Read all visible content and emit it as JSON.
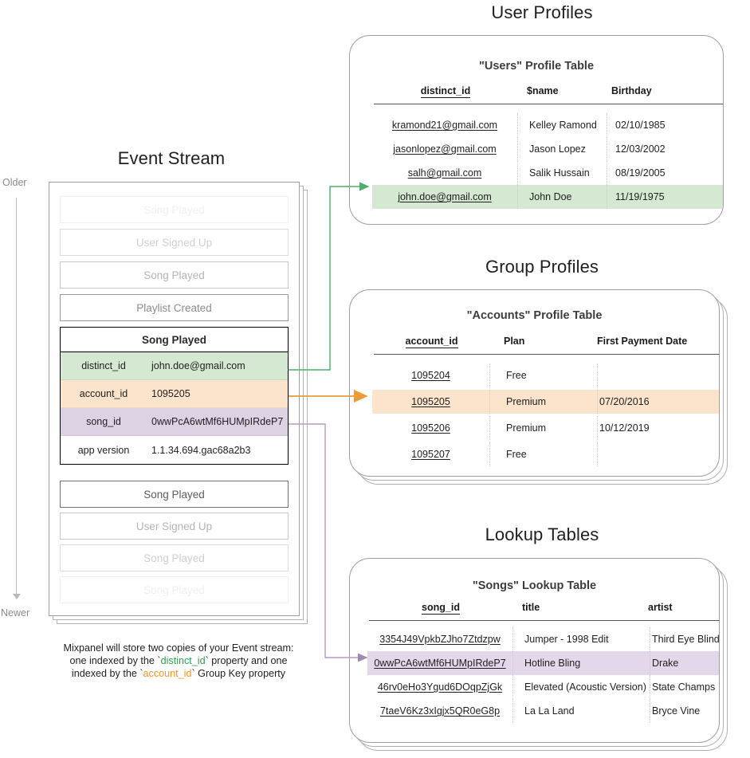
{
  "sections": {
    "event_stream_title": "Event Stream",
    "user_profiles_title": "User Profiles",
    "group_profiles_title": "Group Profiles",
    "lookup_tables_title": "Lookup Tables"
  },
  "timeline": {
    "older_label": "Older",
    "newer_label": "Newer"
  },
  "event_stream": {
    "events_above": [
      {
        "name": "Song Played",
        "fade": "f1"
      },
      {
        "name": "User Signed Up",
        "fade": "f2"
      },
      {
        "name": "Song Played",
        "fade": "f3"
      },
      {
        "name": "Playlist Created",
        "fade": "f4"
      }
    ],
    "expanded_event": {
      "name": "Song Played",
      "properties": [
        {
          "key": "distinct_id",
          "value": "john.doe@gmail.com",
          "highlight": "green"
        },
        {
          "key": "account_id",
          "value": "1095205",
          "highlight": "orange"
        },
        {
          "key": "song_id",
          "value": "0wwPcA6wtMf6HUMpIRdeP7",
          "highlight": "purple"
        },
        {
          "key": "app version",
          "value": "1.1.34.694.gac68a2b3",
          "highlight": "plain"
        }
      ]
    },
    "events_below": [
      {
        "name": "Song Played",
        "fade": "f5"
      },
      {
        "name": "User Signed Up",
        "fade": "f3"
      },
      {
        "name": "Song Played",
        "fade": "f2"
      },
      {
        "name": "Song Played",
        "fade": "f1"
      }
    ]
  },
  "caption": {
    "line1": "Mixpanel will store two copies of your Event stream:",
    "line2_pre": "one indexed by the `",
    "line2_key": "distinct_id",
    "line2_post": "` property and one",
    "line3_pre": "indexed by the `",
    "line3_key": "account_id",
    "line3_post": "` Group Key property"
  },
  "users_table": {
    "title": "\"Users\" Profile Table",
    "columns": [
      "distinct_id",
      "$name",
      "Birthday"
    ],
    "rows": [
      {
        "cells": [
          "kramond21@gmail.com",
          "Kelley Ramond",
          "02/10/1985"
        ],
        "highlight": ""
      },
      {
        "cells": [
          "jasonlopez@gmail.com",
          "Jason Lopez",
          "12/03/2002"
        ],
        "highlight": ""
      },
      {
        "cells": [
          "salh@gmail.com",
          "Salik Hussain",
          "08/19/2005"
        ],
        "highlight": ""
      },
      {
        "cells": [
          "john.doe@gmail.com",
          "John Doe",
          "11/19/1975"
        ],
        "highlight": "hl-green"
      }
    ]
  },
  "accounts_table": {
    "title": "\"Accounts\" Profile Table",
    "columns": [
      "account_id",
      "Plan",
      "First Payment Date"
    ],
    "rows": [
      {
        "cells": [
          "1095204",
          "Free",
          ""
        ],
        "highlight": ""
      },
      {
        "cells": [
          "1095205",
          "Premium",
          "07/20/2016"
        ],
        "highlight": "hl-orange"
      },
      {
        "cells": [
          "1095206",
          "Premium",
          "10/12/2019"
        ],
        "highlight": ""
      },
      {
        "cells": [
          "1095207",
          "Free",
          ""
        ],
        "highlight": ""
      }
    ]
  },
  "songs_table": {
    "title": "\"Songs\" Lookup Table",
    "columns": [
      "song_id",
      "title",
      "artist"
    ],
    "rows": [
      {
        "cells": [
          "3354J49VpkbZJho7Ztdzpw",
          "Jumper - 1998 Edit",
          "Third Eye Blind"
        ],
        "highlight": ""
      },
      {
        "cells": [
          "0wwPcA6wtMf6HUMpIRdeP7",
          "Hotline Bling",
          "Drake"
        ],
        "highlight": "hl-purple"
      },
      {
        "cells": [
          "46rv0eHo3Ygud6DOqpZjGk",
          "Elevated (Acoustic Version)",
          "State Champs"
        ],
        "highlight": ""
      },
      {
        "cells": [
          "7taeV6Kz3xIgjx5QR0eG8p",
          "La La Land",
          "Bryce Vine"
        ],
        "highlight": ""
      }
    ]
  },
  "colors": {
    "green": "#d5e8d1",
    "orange": "#fce3cb",
    "purple": "#ddd1e4",
    "purple_row": "#e3d8e9",
    "connector_green": "#4caf68",
    "connector_orange": "#e89c3c",
    "connector_purple": "#b39bc4",
    "panel_border": "#9e9e9e"
  }
}
